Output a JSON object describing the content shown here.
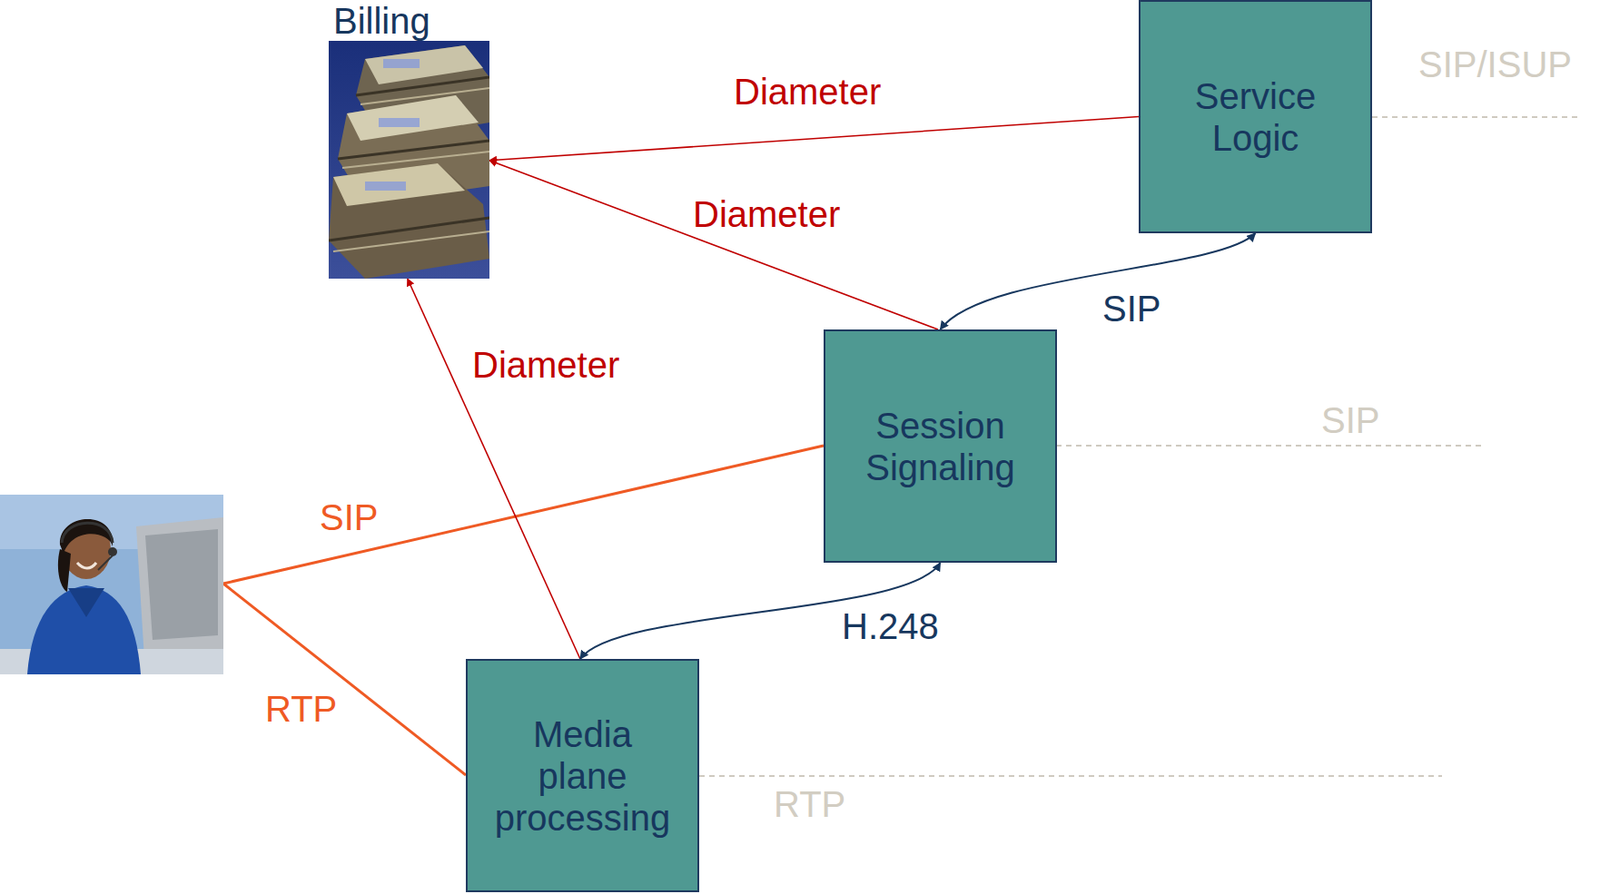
{
  "diagram": {
    "nodes": [
      {
        "text": [
          "Billing"
        ]
      },
      {
        "text": [
          "Service Logic"
        ]
      },
      {
        "text": [
          "Session Signaling"
        ]
      },
      {
        "text": [
          "Media plane processing"
        ]
      }
    ],
    "edges": [
      {
        "from": 1,
        "to": 0,
        "label": "Diameter",
        "arrow": "to"
      },
      {
        "from": 2,
        "to": 0,
        "label": "Diameter",
        "arrow": "to"
      },
      {
        "from": 3,
        "to": 0,
        "label": "Diameter",
        "arrow": "to"
      },
      {
        "from": 2,
        "to": 1,
        "label": "SIP",
        "arrow": "both"
      },
      {
        "from": 3,
        "to": 2,
        "label": "H.248",
        "arrow": "both"
      }
    ],
    "labels": [
      "SIP/ISUP",
      "SIP",
      "RTP",
      "SIP",
      "RTP"
    ]
  }
}
